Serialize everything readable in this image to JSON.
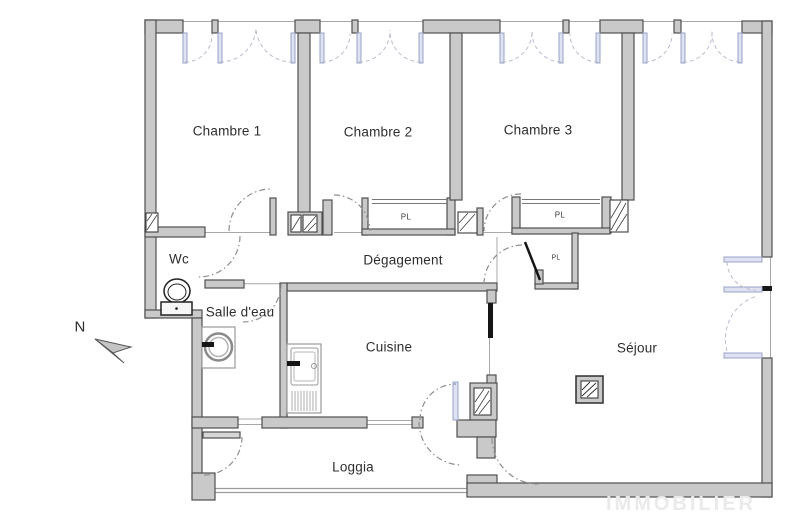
{
  "labels": {
    "chambre1": "Chambre 1",
    "chambre2": "Chambre 2",
    "chambre3": "Chambre 3",
    "degagement": "Dégagement",
    "wc": "Wc",
    "salle_deau": "Salle d'eau",
    "cuisine": "Cuisine",
    "sejour": "Séjour",
    "loggia": "Loggia",
    "closet1": "PL",
    "closet2": "PL",
    "closet3": "PL",
    "compass_north": "N",
    "watermark": "IMMOBILIER"
  },
  "colors": {
    "wall_fill": "#c9c9c9",
    "wall_stroke": "#4f4f4f",
    "window_accent": "#dfe2f2",
    "window_arc": "#b9bdcc",
    "door_arc": "#8d8d96",
    "black_detail": "#161616",
    "text": "#2e2e2e",
    "watermark": "#eaeaea"
  }
}
